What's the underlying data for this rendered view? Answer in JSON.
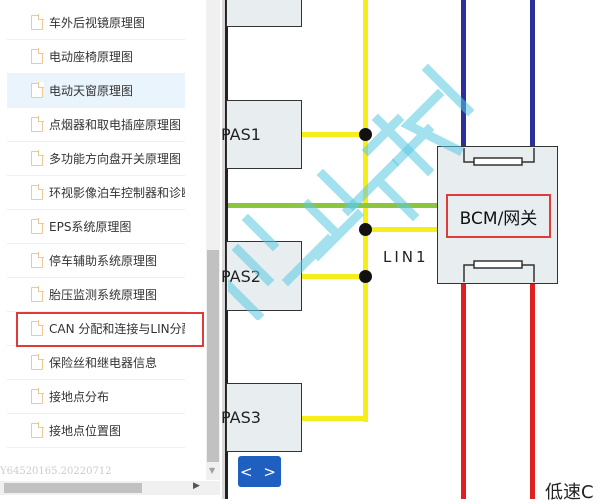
{
  "sidebar": {
    "items": [
      {
        "label": "车外后视镜原理图"
      },
      {
        "label": "电动座椅原理图"
      },
      {
        "label": "电动天窗原理图"
      },
      {
        "label": "点烟器和取电插座原理图"
      },
      {
        "label": "多功能方向盘开关原理图"
      },
      {
        "label": "环视影像泊车控制器和诊断..."
      },
      {
        "label": "EPS系统原理图"
      },
      {
        "label": "停车辅助系统原理图"
      },
      {
        "label": "胎压监测系统原理图"
      },
      {
        "label": "CAN 分配和连接与LIN分配"
      },
      {
        "label": "保险丝和继电器信息"
      },
      {
        "label": "接地点分布"
      },
      {
        "label": "接地点位置图"
      }
    ],
    "active_index": 2,
    "highlighted_index": 9,
    "version": "Y64520165.20220712"
  },
  "diagram": {
    "modules": {
      "pas1": "PAS1",
      "pas2": "PAS2",
      "pas3": "PAS3",
      "bcm": "BCM/网关"
    },
    "bus_label": "LIN1",
    "bottom_label": "低速C",
    "watermark": "维修平台",
    "nav_button": "< >",
    "colors": {
      "lin": "#f5ee1a",
      "can_high": "#2a2f9a",
      "can_low": "#e02020",
      "green": "#8cc63f",
      "highlight": "#e03a3a",
      "button": "#1f5fbf"
    }
  }
}
